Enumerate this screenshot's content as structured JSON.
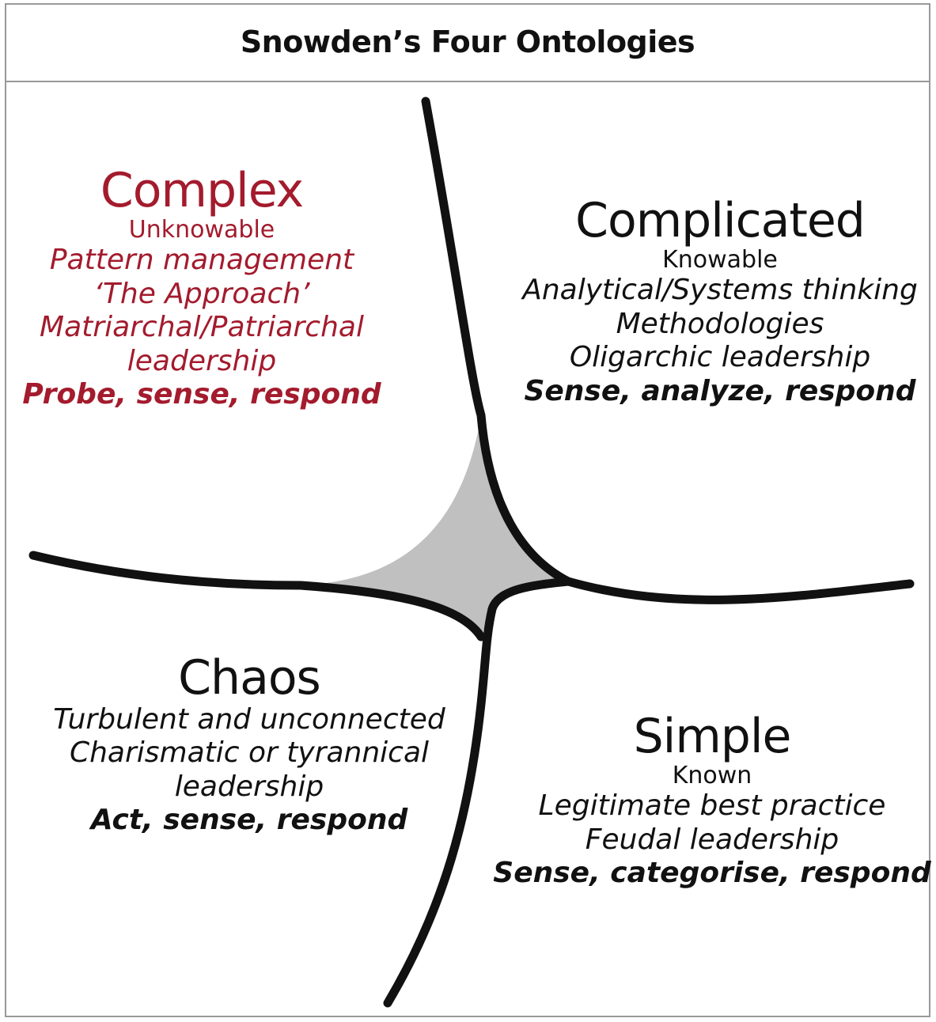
{
  "title": "Snowden’s Four Ontologies",
  "colors": {
    "complex": "#a31b2d",
    "text": "#111111",
    "center_fill": "#c0c0c0",
    "border": "#999999"
  },
  "quadrants": {
    "complex": {
      "name": "Complex",
      "knowledge": "Unknowable",
      "lines": [
        "Pattern management",
        "‘The Approach’",
        "Matriarchal/Patriarchal",
        "leadership"
      ],
      "action": "Probe, sense, respond"
    },
    "complicated": {
      "name": "Complicated",
      "knowledge": "Knowable",
      "lines": [
        "Analytical/Systems thinking",
        "Methodologies",
        "Oligarchic leadership"
      ],
      "action": "Sense, analyze, respond"
    },
    "chaos": {
      "name": "Chaos",
      "lines": [
        "Turbulent and unconnected",
        "Charismatic or tyrannical",
        "leadership"
      ],
      "action": "Act, sense, respond"
    },
    "simple": {
      "name": "Simple",
      "knowledge": "Known",
      "lines": [
        "Legitimate best practice",
        "Feudal leadership"
      ],
      "action": "Sense, categorise, respond"
    }
  }
}
